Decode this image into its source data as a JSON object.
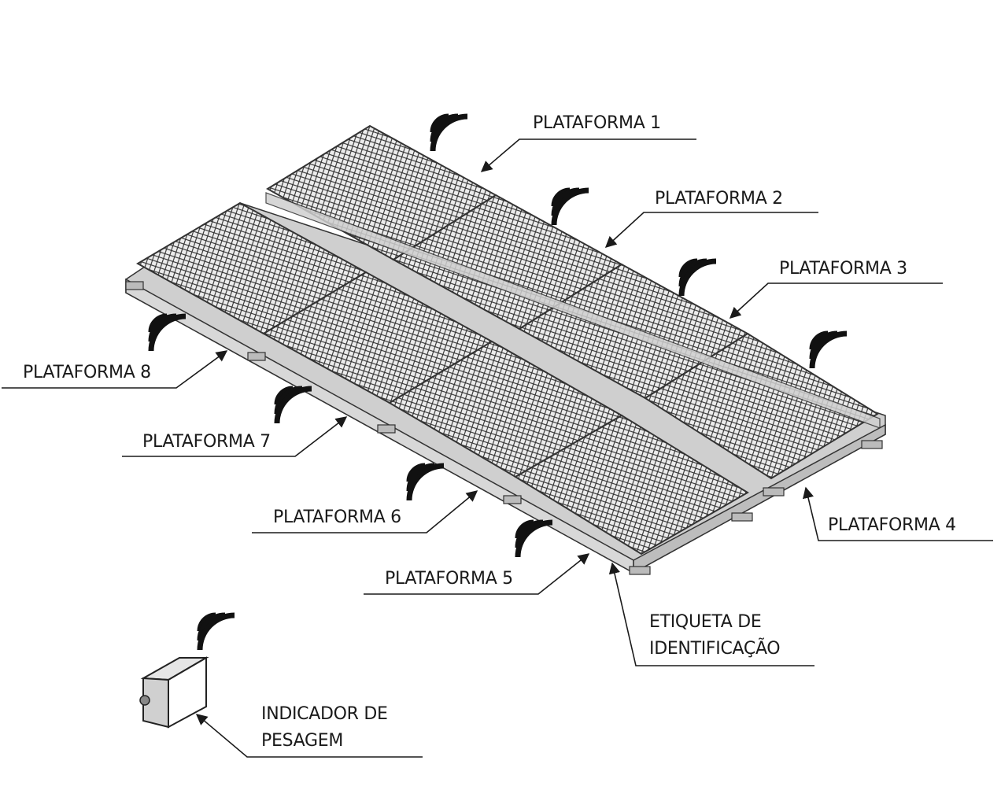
{
  "platforms": [
    {
      "id": "p1",
      "label": "PLATAFORMA 1"
    },
    {
      "id": "p2",
      "label": "PLATAFORMA 2"
    },
    {
      "id": "p3",
      "label": "PLATAFORMA 3"
    },
    {
      "id": "p4",
      "label": "PLATAFORMA 4"
    },
    {
      "id": "p5",
      "label": "PLATAFORMA 5"
    },
    {
      "id": "p6",
      "label": "PLATAFORMA 6"
    },
    {
      "id": "p7",
      "label": "PLATAFORMA 7"
    },
    {
      "id": "p8",
      "label": "PLATAFORMA 8"
    }
  ],
  "id_tag": {
    "line1": "ETIQUETA DE",
    "line2": "IDENTIFICAÇÃO"
  },
  "indicator": {
    "line1": "INDICADOR DE",
    "line2": "PESAGEM"
  },
  "colors": {
    "ink": "#1a1a1a",
    "mesh_fill": "#e4e4e4",
    "frame": "#3a3a3a"
  },
  "icons": {
    "wireless": "wireless-signal-icon",
    "indicator": "weighing-indicator-icon"
  }
}
